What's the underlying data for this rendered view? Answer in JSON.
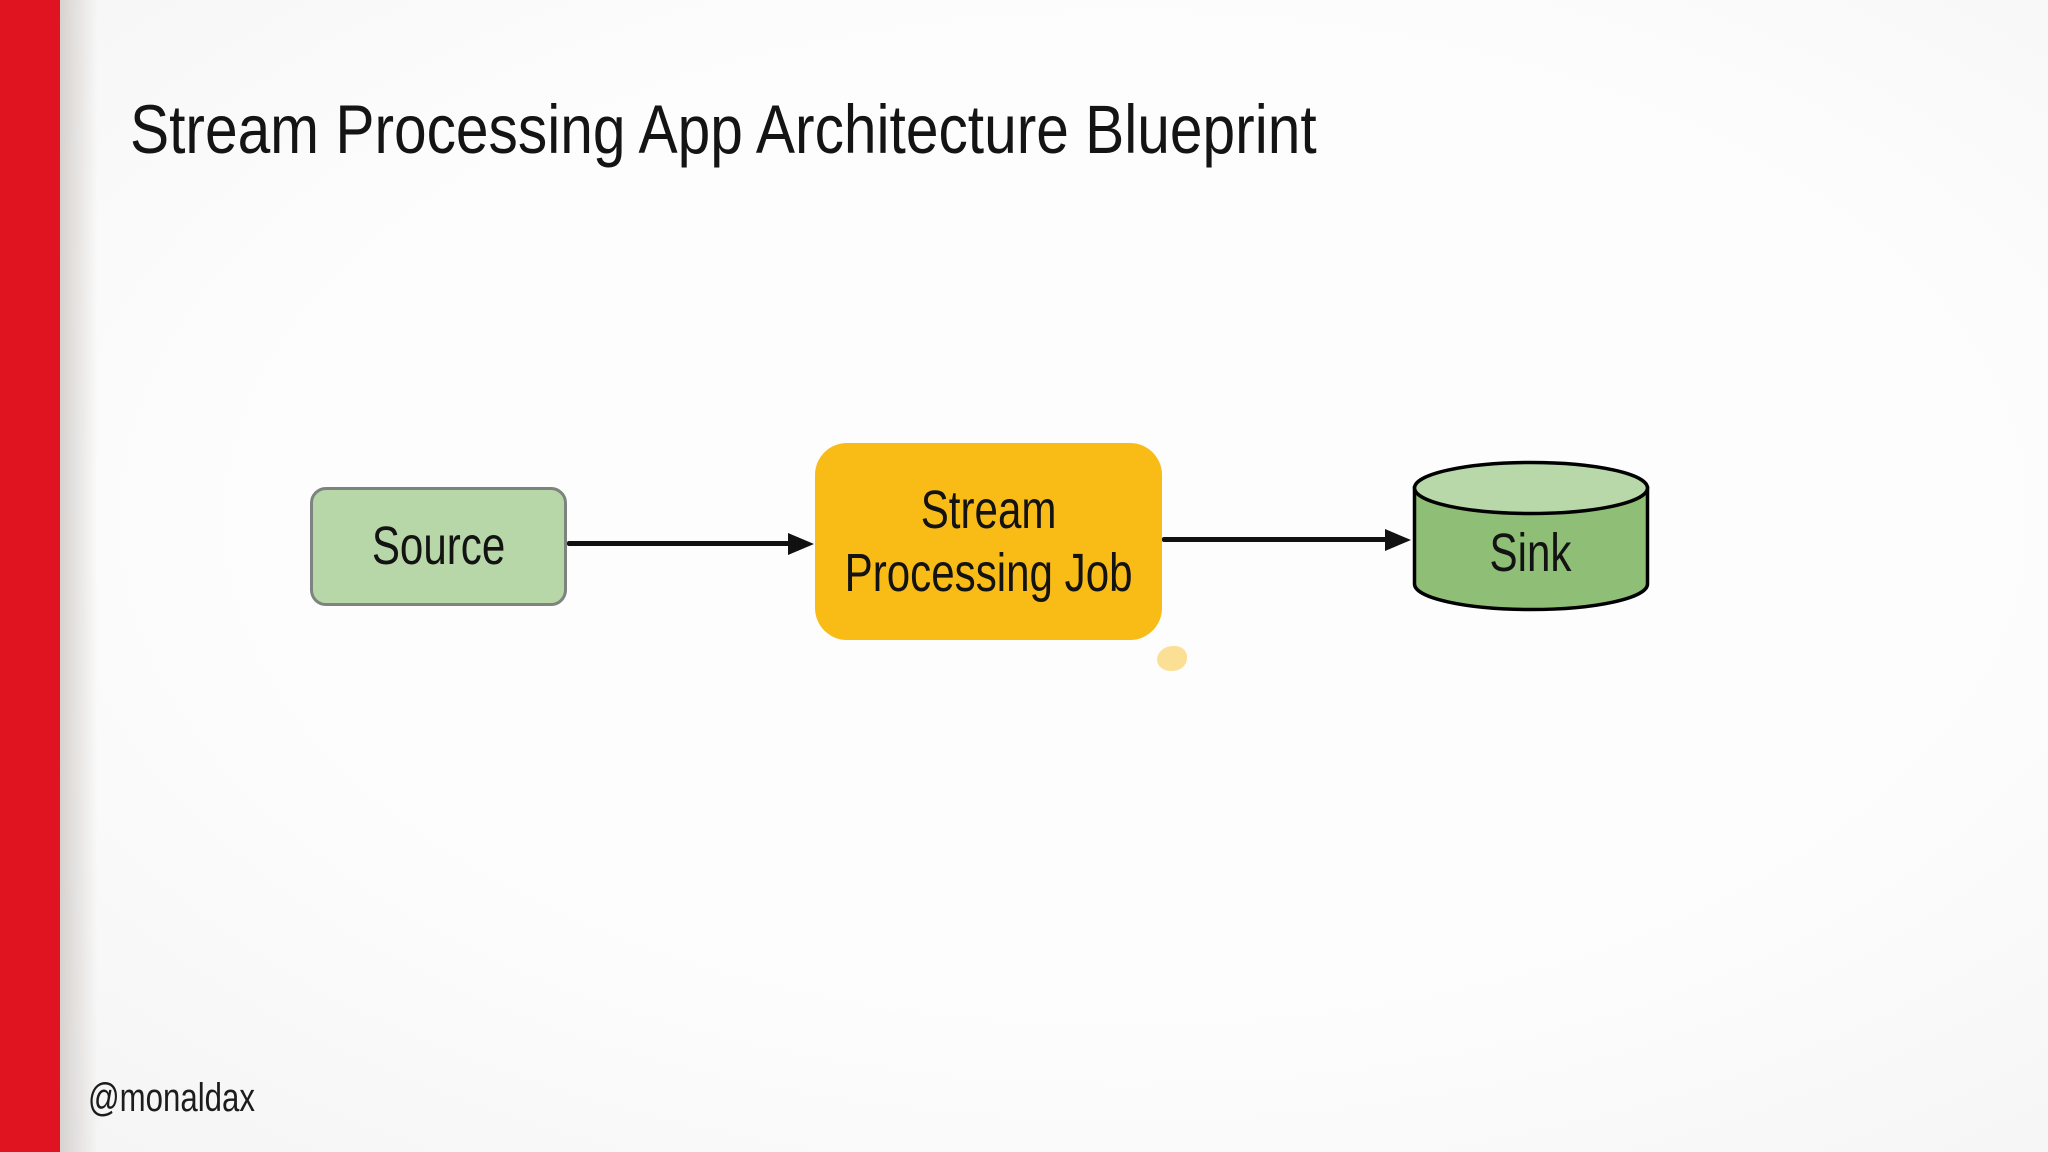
{
  "slide": {
    "title": "Stream Processing App Architecture Blueprint",
    "footer_handle": "@monaldax"
  },
  "theme": {
    "accent_bar_color": "#e01421",
    "background_color": "#fbfbfb",
    "title_color": "#141414",
    "edge_color": "#111111"
  },
  "diagram": {
    "nodes": {
      "source": {
        "shape": "rounded-rectangle",
        "label": "Source",
        "fill": "#b7d7a9",
        "border_color": "#7d837e"
      },
      "job": {
        "shape": "rounded-rectangle",
        "label": "Stream Processing Job",
        "label_lines": [
          "Stream",
          "Processing Job"
        ],
        "fill": "#f9bb15"
      },
      "sink": {
        "shape": "cylinder",
        "label": "Sink",
        "fill": "#8fbe77",
        "top_fill": "#b9d8a9",
        "outline_color": "#000000"
      }
    },
    "edges": [
      {
        "from": "Source",
        "to": "Stream Processing Job"
      },
      {
        "from": "Stream Processing Job",
        "to": "Sink"
      }
    ]
  }
}
